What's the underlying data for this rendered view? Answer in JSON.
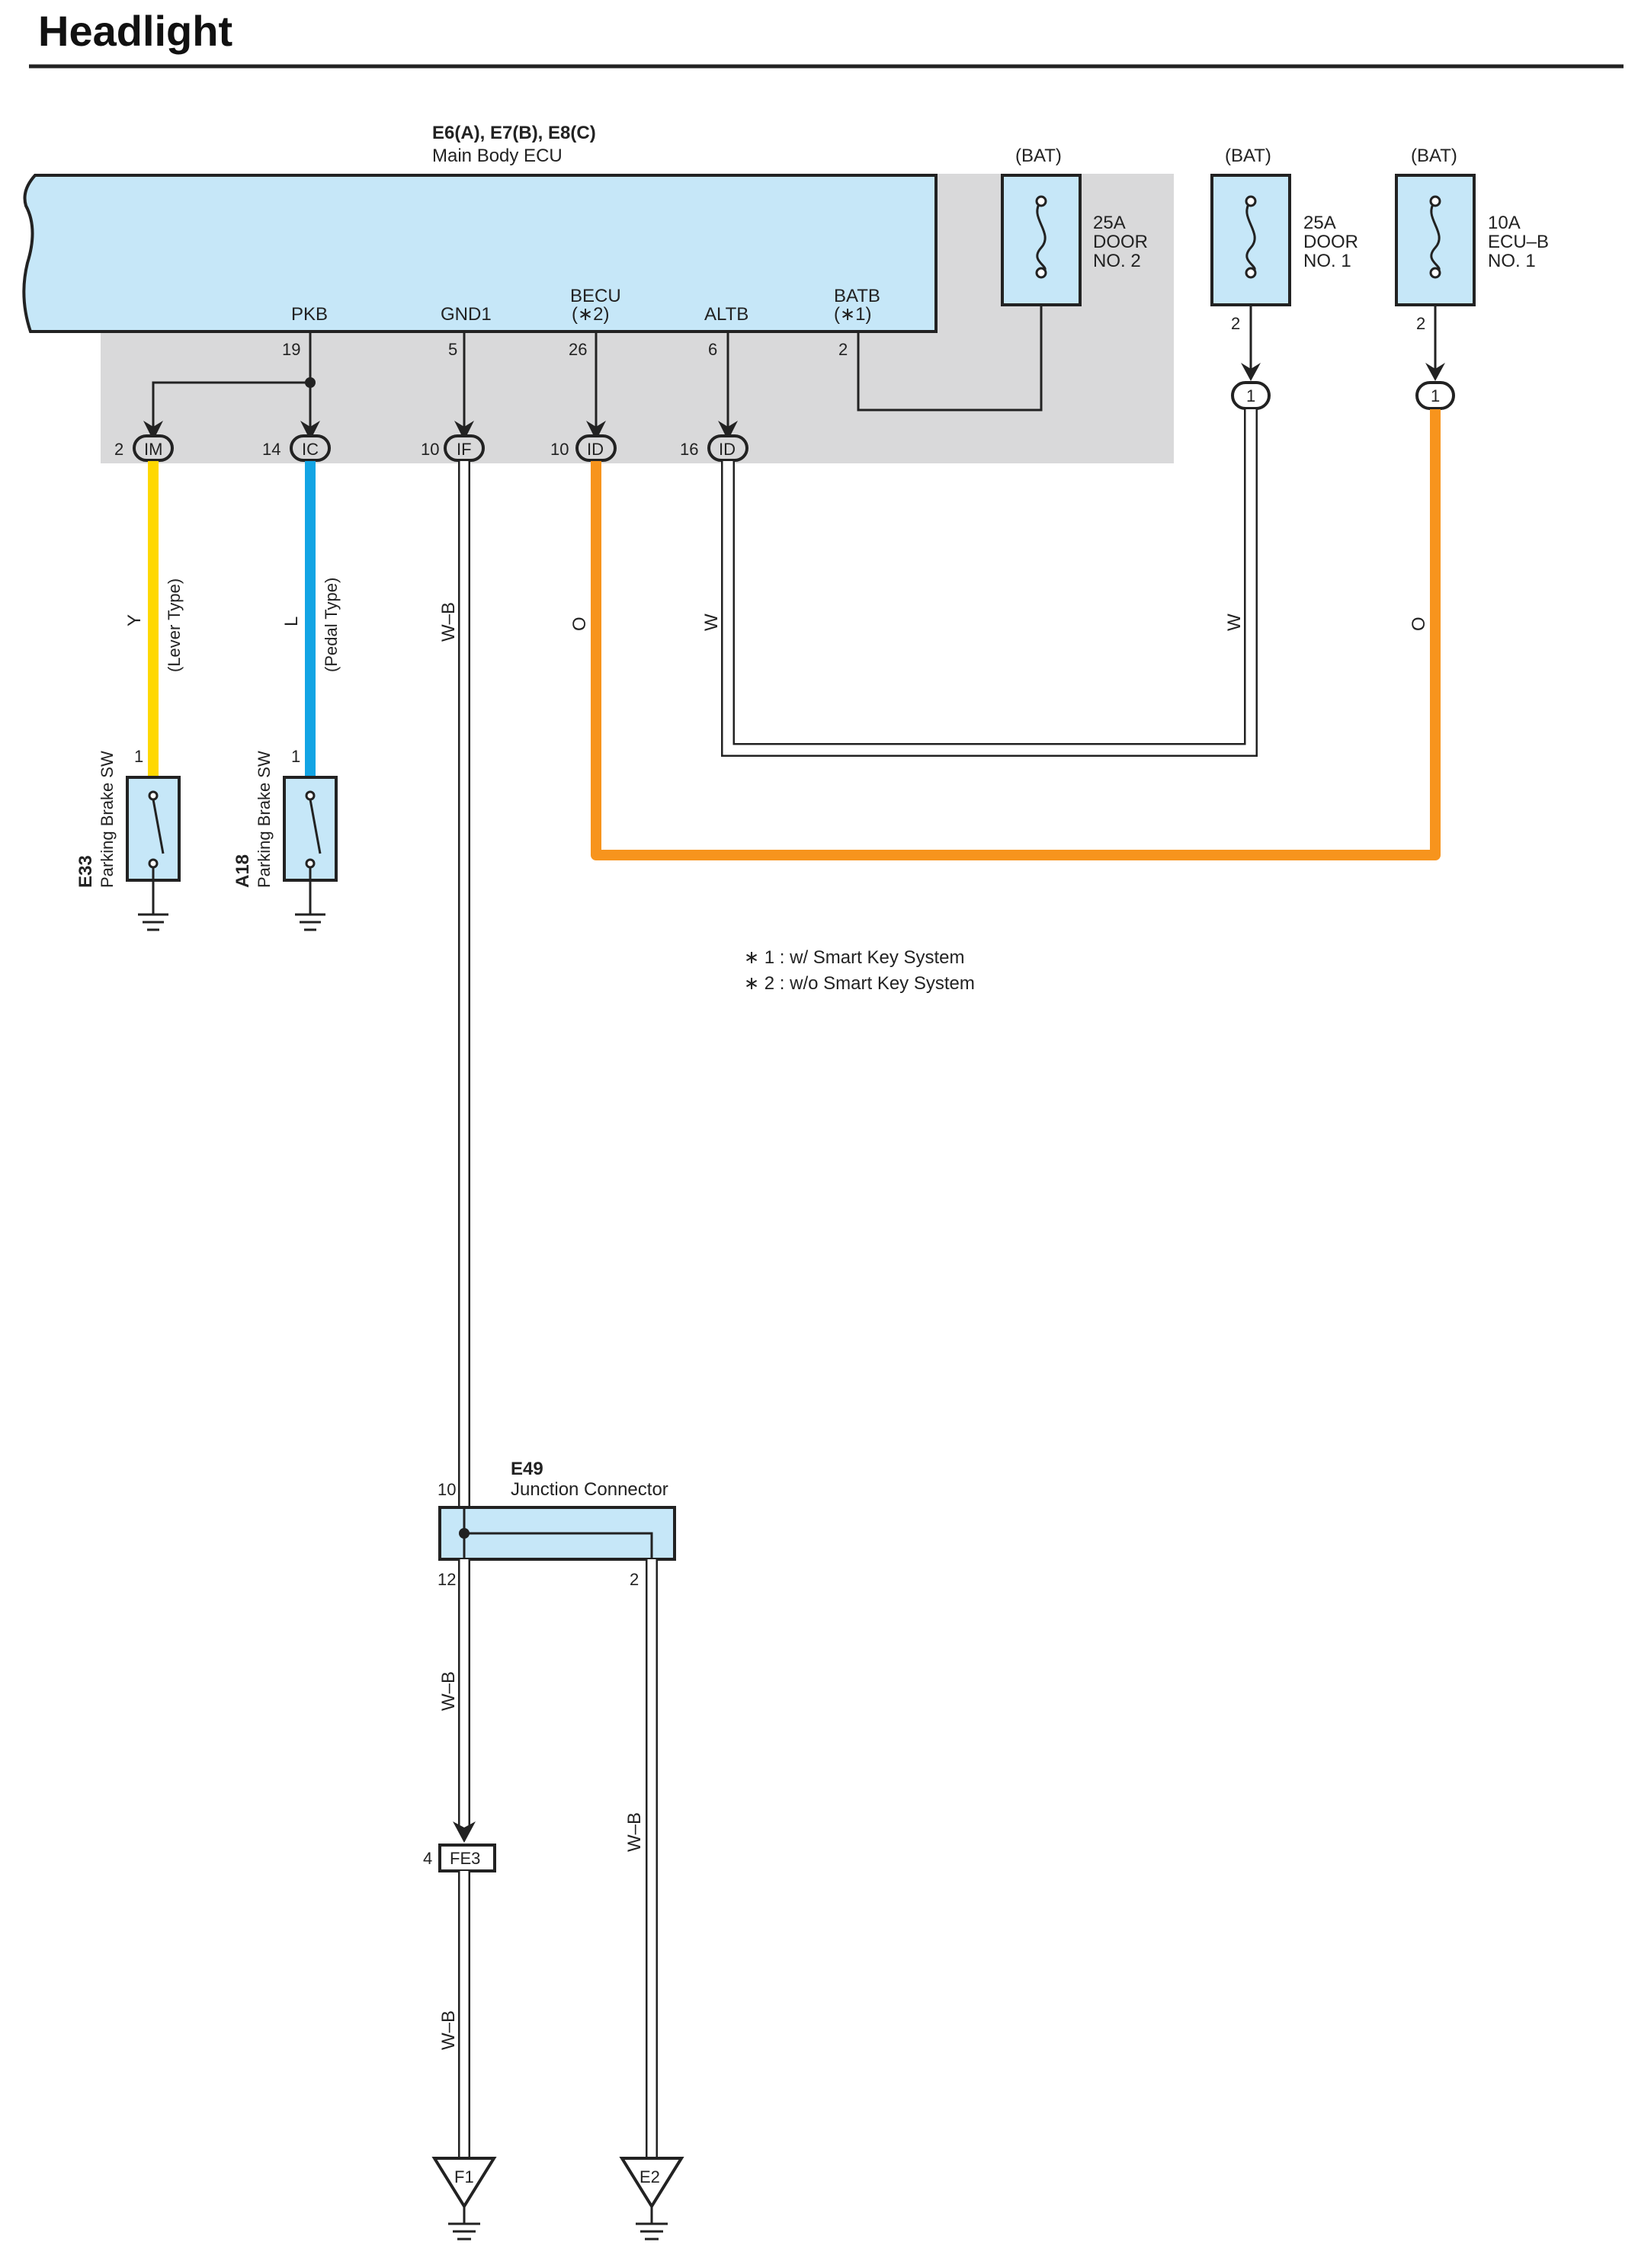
{
  "page": {
    "title": "Headlight"
  },
  "ecu": {
    "connectors": "E6(A), E7(B), E8(C)",
    "name": "Main Body ECU",
    "pins": [
      {
        "label": "PKB",
        "note": "",
        "number": "19"
      },
      {
        "label": "GND1",
        "note": "",
        "number": "5"
      },
      {
        "label": "BECU",
        "note": "(∗2)",
        "number": "26"
      },
      {
        "label": "ALTB",
        "note": "",
        "number": "6"
      },
      {
        "label": "BATB",
        "note": "(∗1)",
        "number": "2"
      }
    ]
  },
  "fuses": [
    {
      "source": "(BAT)",
      "rating": "25A",
      "line1": "DOOR",
      "line2": "NO. 2",
      "pin": ""
    },
    {
      "source": "(BAT)",
      "rating": "25A",
      "line1": "DOOR",
      "line2": "NO. 1",
      "pin": "2"
    },
    {
      "source": "(BAT)",
      "rating": "10A",
      "line1": "ECU–B",
      "line2": "NO. 1",
      "pin": "2"
    }
  ],
  "fuse_junctions": [
    "1",
    "1"
  ],
  "ecu_connectors": [
    {
      "pin": "2",
      "code": "IM"
    },
    {
      "pin": "14",
      "code": "IC"
    },
    {
      "pin": "10",
      "code": "IF"
    },
    {
      "pin": "10",
      "code": "ID"
    },
    {
      "pin": "16",
      "code": "ID"
    }
  ],
  "wires": [
    {
      "color_code": "Y",
      "note": "(Lever Type)"
    },
    {
      "color_code": "L",
      "note": "(Pedal Type)"
    },
    {
      "color_code": "W–B",
      "note": ""
    },
    {
      "color_code": "O",
      "note": ""
    },
    {
      "color_code": "W",
      "note": ""
    },
    {
      "color_code": "W",
      "note": ""
    },
    {
      "color_code": "O",
      "note": ""
    }
  ],
  "switches": [
    {
      "id": "E33",
      "name": "Parking Brake SW",
      "pin": "1"
    },
    {
      "id": "A18",
      "name": "Parking Brake SW",
      "pin": "1"
    }
  ],
  "notes": [
    "∗ 1 : w/ Smart Key System",
    "∗ 2 : w/o Smart Key System"
  ],
  "junction_connector": {
    "id": "E49",
    "name": "Junction Connector",
    "pin_in": "10",
    "pin_out_left": "12",
    "pin_out_right": "2"
  },
  "lower_wires": [
    {
      "color_code": "W–B"
    },
    {
      "color_code": "W–B"
    },
    {
      "color_code": "W–B"
    }
  ],
  "fe3": {
    "pin": "4",
    "code": "FE3"
  },
  "grounds": [
    "F1",
    "E2"
  ],
  "colors": {
    "ecu_fill": "#c6e7f8",
    "gray_area": "#d9d9da",
    "wire_yellow": "#ffd800",
    "wire_blue": "#12a4e4",
    "wire_orange": "#f7941d",
    "wire_white": "#ffffff",
    "line": "#222222"
  }
}
